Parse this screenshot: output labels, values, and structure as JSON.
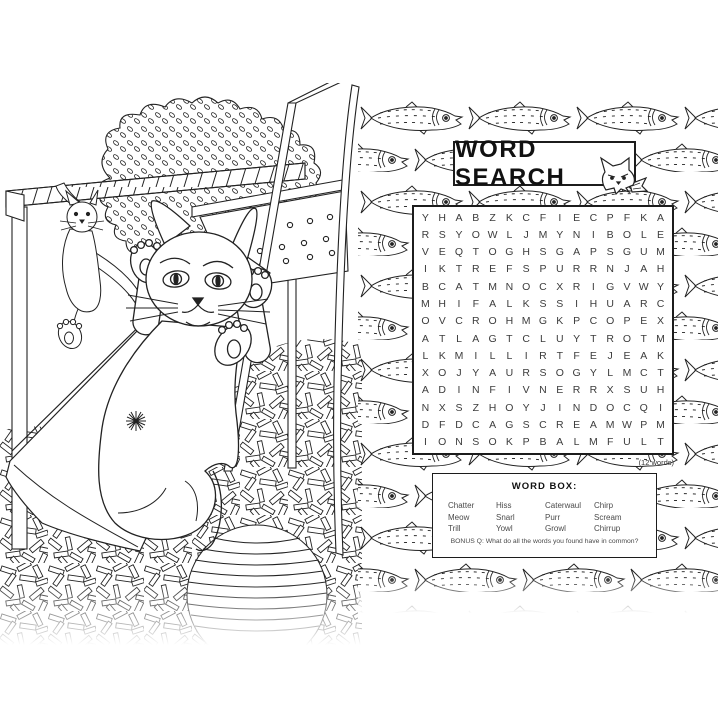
{
  "puzzle": {
    "title": "WORD SEARCH",
    "word_count_note": "(12 words)",
    "grid_rows": [
      "YHABZKCFIECPFKA",
      "RSYOWLJMYNIBOLE",
      "VEQTOGHSGAPSGUM",
      "IKTREFSPURRNJAH",
      "BCATMNOCXRIGVWY",
      "MHIFALKSSIHUARC",
      "OVCROHMGKPCOPEX",
      "ATLAGTCLUYTROTM",
      "LKMILLIRTFEJEAK",
      "XOJYAURSOGYLMCT",
      "ADINFIVNERRXSUH",
      "NXSZHOYJINDOCQI",
      "DFDCAGSCREAMWPM",
      "IONSOKPBALMFULT"
    ]
  },
  "word_box": {
    "title": "WORD BOX:",
    "columns": [
      [
        "Chatter",
        "Meow",
        "Trill"
      ],
      [
        "Hiss",
        "Snarl",
        "Yowl"
      ],
      [
        "Caterwaul",
        "Purr",
        "Growl"
      ],
      [
        "Chirp",
        "Scream",
        "Chirrup"
      ]
    ],
    "bonus_question": "BONUS Q: What do all the words you found have in common?"
  },
  "illustration": {
    "alt": "Line-art coloring page: a happy cat slides down a playground slide with paw pads raised, a second cat hangs from monkey bars, behind them a leafy tree, a dotted climbing panel, wood-chip mulch ground and a striped ball",
    "icons": [
      "fish-pattern",
      "cat-peeking-icon"
    ]
  },
  "colors": {
    "paper": "#ffffff",
    "ink": "#1f1f1f",
    "grid_letter": "#3c3c3c",
    "word_text": "#4a4a4a"
  }
}
